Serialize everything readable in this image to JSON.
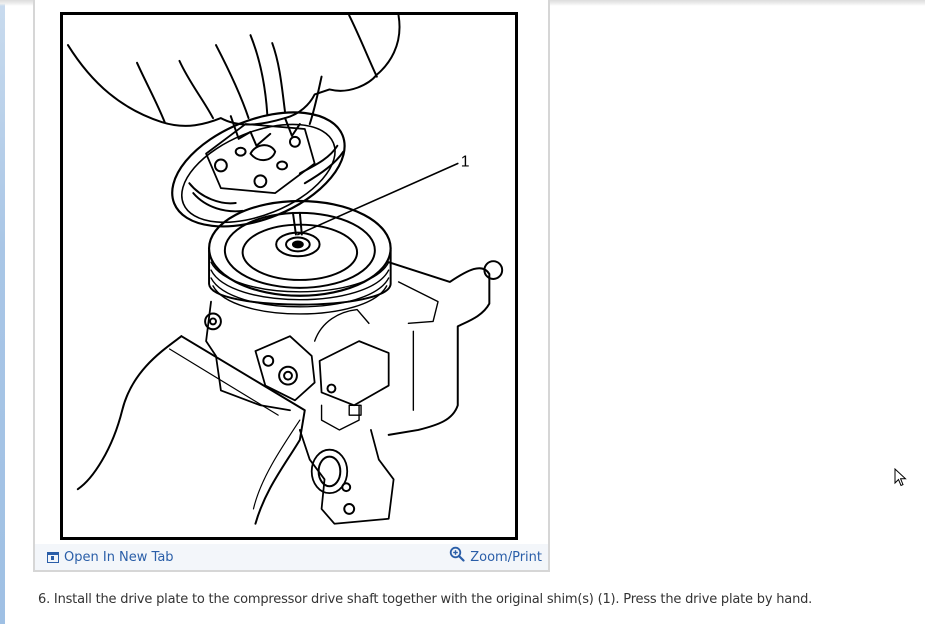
{
  "figure": {
    "callout_label": "1",
    "alt_description": "Line drawing of hands installing the drive plate onto an A/C compressor drive shaft with shim",
    "footer": {
      "open_new_tab_label": "Open In New Tab",
      "open_new_tab_icon": "open-new-tab-icon",
      "zoom_print_label": "Zoom/Print",
      "zoom_print_icon": "zoom-in-icon"
    }
  },
  "step": {
    "text": "6. Install the drive plate to the compressor drive shaft together with the original shim(s) (1). Press the drive plate by hand."
  },
  "colors": {
    "link": "#2a5ea8",
    "footer_bg": "#f3f6fa",
    "card_border": "#d6d6d6",
    "left_strip": "#a9c6e6",
    "caption_text": "#333333"
  },
  "cursor": {
    "icon": "mouse-pointer-icon"
  }
}
